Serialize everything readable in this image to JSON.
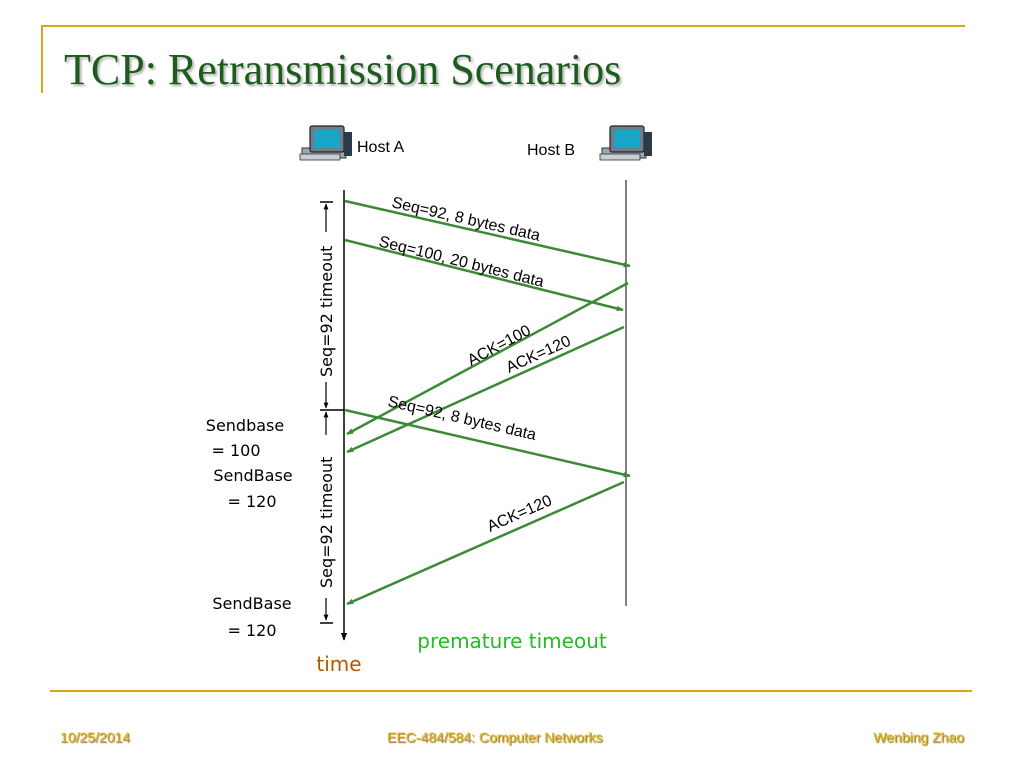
{
  "slide": {
    "title": "TCP: Retransmission Scenarios"
  },
  "hosts": {
    "a": "Host A",
    "b": "Host B"
  },
  "messages": [
    {
      "label": "Seq=92, 8 bytes data"
    },
    {
      "label": "Seq=100, 20 bytes data"
    },
    {
      "label": "ACK=100"
    },
    {
      "label": "ACK=120"
    },
    {
      "label": "Seq=92, 8 bytes data"
    },
    {
      "label": "ACK=120"
    }
  ],
  "timeouts": [
    {
      "label": "Seq=92 timeout"
    },
    {
      "label": "Seq=92 timeout"
    }
  ],
  "annotations": {
    "sendbase1_line1": "Sendbase",
    "sendbase1_line2": "= 100",
    "sendbase2_line1": "SendBase",
    "sendbase2_line2": "= 120",
    "sendbase3_line1": "SendBase",
    "sendbase3_line2": "= 120",
    "time": "time",
    "caption": "premature timeout"
  },
  "footer": {
    "date": "10/25/2014",
    "course": "EEC-484/584: Computer Networks",
    "author": "Wenbing Zhao"
  },
  "colors": {
    "title": "#1d5c1d",
    "arrow": "#3d8a36",
    "accent_rule": "#d9a51c",
    "time_label": "#b05a00",
    "caption": "#22bb22",
    "footer": "#e3b51e"
  },
  "icons": {
    "host_a": "computer-icon",
    "host_b": "computer-icon"
  }
}
